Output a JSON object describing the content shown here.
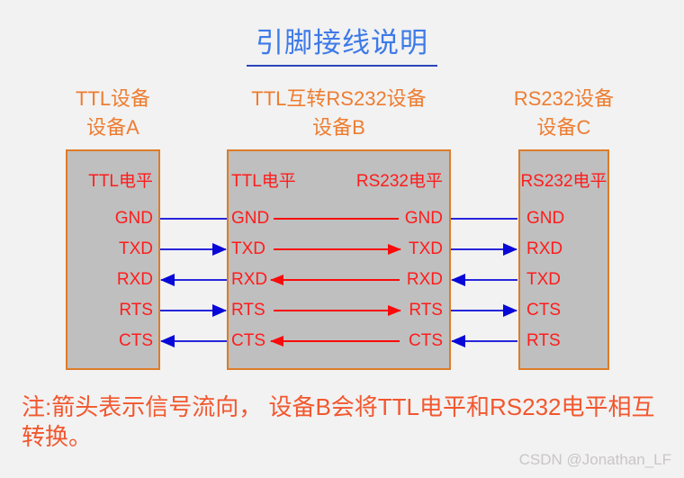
{
  "title": {
    "text": "引脚接线说明"
  },
  "device_a": {
    "name": "TTL设备",
    "label": "设备A",
    "level": "TTL电平",
    "pins": [
      "GND",
      "TXD",
      "RXD",
      "RTS",
      "CTS"
    ]
  },
  "device_b": {
    "name": "TTL互转RS232设备",
    "label": "设备B",
    "level_left": "TTL电平",
    "level_right": "RS232电平",
    "pins_left": [
      "GND",
      "TXD",
      "RXD",
      "RTS",
      "CTS"
    ],
    "pins_right": [
      "GND",
      "TXD",
      "RXD",
      "RTS",
      "CTS"
    ]
  },
  "device_c": {
    "name": "RS232设备",
    "label": "设备C",
    "level": "RS232电平",
    "pins": [
      "GND",
      "RXD",
      "TXD",
      "CTS",
      "RTS"
    ]
  },
  "connections": {
    "a_to_b": [
      {
        "from": "GND",
        "to": "GND",
        "direction": "none",
        "color": "#0808D8"
      },
      {
        "from": "TXD",
        "to": "TXD",
        "direction": "a-to-b",
        "color": "#0808D8"
      },
      {
        "from": "RXD",
        "to": "RXD",
        "direction": "b-to-a",
        "color": "#0808D8"
      },
      {
        "from": "RTS",
        "to": "RTS",
        "direction": "a-to-b",
        "color": "#0808D8"
      },
      {
        "from": "CTS",
        "to": "CTS",
        "direction": "b-to-a",
        "color": "#0808D8"
      }
    ],
    "b_internal": [
      {
        "from": "GND",
        "to": "GND",
        "direction": "none",
        "color": "#F80B0B"
      },
      {
        "from": "TXD",
        "to": "TXD",
        "direction": "ttl-to-rs232",
        "color": "#F80B0B"
      },
      {
        "from": "RXD",
        "to": "RXD",
        "direction": "rs232-to-ttl",
        "color": "#F80B0B"
      },
      {
        "from": "RTS",
        "to": "RTS",
        "direction": "ttl-to-rs232",
        "color": "#F80B0B"
      },
      {
        "from": "CTS",
        "to": "CTS",
        "direction": "rs232-to-ttl",
        "color": "#F80B0B"
      }
    ],
    "b_to_c": [
      {
        "from": "GND",
        "to": "GND",
        "direction": "none",
        "color": "#0808D8"
      },
      {
        "from": "TXD",
        "to": "RXD",
        "direction": "b-to-c",
        "color": "#0808D8"
      },
      {
        "from": "RXD",
        "to": "TXD",
        "direction": "c-to-b",
        "color": "#0808D8"
      },
      {
        "from": "RTS",
        "to": "CTS",
        "direction": "b-to-c",
        "color": "#0808D8"
      },
      {
        "from": "CTS",
        "to": "RTS",
        "direction": "c-to-b",
        "color": "#0808D8"
      }
    ]
  },
  "note": {
    "line1": "注:箭头表示信号流向， 设备B会将TTL电平和RS232电平相互",
    "line2": "转换。"
  },
  "watermark": "CSDN @Jonathan_LF",
  "colors": {
    "background": "#F2F2F2",
    "title_blue": "#3E7AE8",
    "title_underline_blue": "#2B44BC",
    "header_orange": "#ED7D31",
    "pin_red": "#FF1C1C",
    "wire_blue": "#0808D8",
    "wire_red": "#F80B0B",
    "box_fill": "#BFBFBF",
    "box_border": "#DD7C28",
    "note_orange": "#F2572E",
    "watermark_gray": "#C9C6C6"
  }
}
